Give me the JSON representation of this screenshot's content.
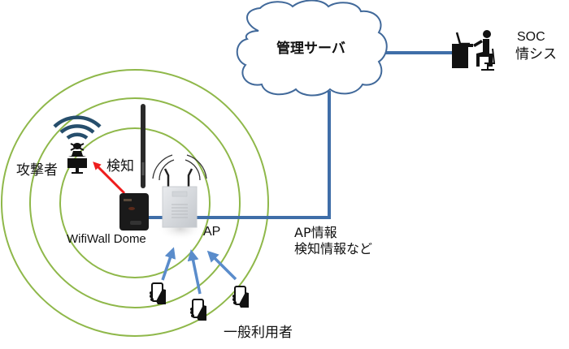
{
  "colors": {
    "circle": "#8fb84a",
    "network_line": "#3f6ea8",
    "cloud_stroke": "#41699a",
    "detect_arrow": "#ee1c1c",
    "user_arrow": "#5a8ccb",
    "icon_black": "#111111",
    "wifi_icon": "#264e6c"
  },
  "cloud": {
    "label": "管理サーバ"
  },
  "soc": {
    "line1": "SOC",
    "line2": "情シス"
  },
  "attacker": {
    "label": "攻撃者"
  },
  "detection": {
    "label": "検知"
  },
  "sensor": {
    "label": "WifiWall Dome"
  },
  "access_point": {
    "label": "AP"
  },
  "info": {
    "line1": "AP情報",
    "line2": "検知情報など"
  },
  "users": {
    "label": "一般利用者",
    "count": 3
  }
}
